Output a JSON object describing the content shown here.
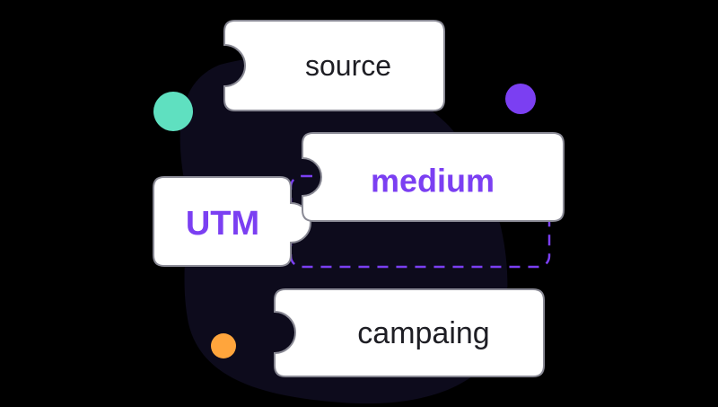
{
  "pieces": {
    "source": {
      "label": "source"
    },
    "medium": {
      "label": "medium"
    },
    "utm": {
      "label": "UTM"
    },
    "campaign": {
      "label": "campaing"
    }
  },
  "colors": {
    "background": "#000000",
    "blob": "#0d0b1c",
    "piece_fill": "#ffffff",
    "piece_stroke": "#8a8a95",
    "text_dark": "#1e1e24",
    "accent_purple": "#7b3ff2",
    "dot_teal": "#5fe0c0",
    "dot_purple": "#7b3ff2",
    "dot_orange": "#ffa53c"
  },
  "icons": [
    "teal-dot",
    "purple-dot",
    "orange-dot"
  ]
}
